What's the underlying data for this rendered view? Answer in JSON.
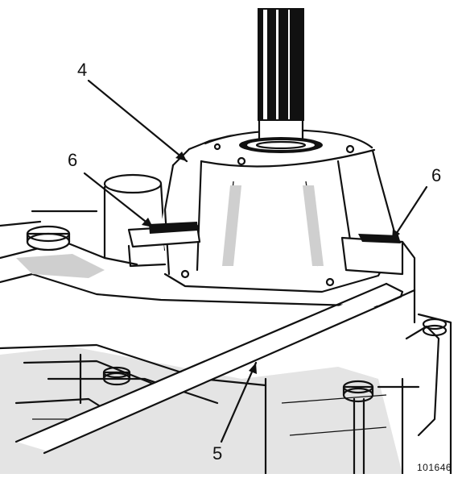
{
  "figure": {
    "labels": {
      "housing": "4",
      "lever": "5",
      "tab_left": "6",
      "tab_right": "6"
    },
    "reference_code": "101646"
  }
}
